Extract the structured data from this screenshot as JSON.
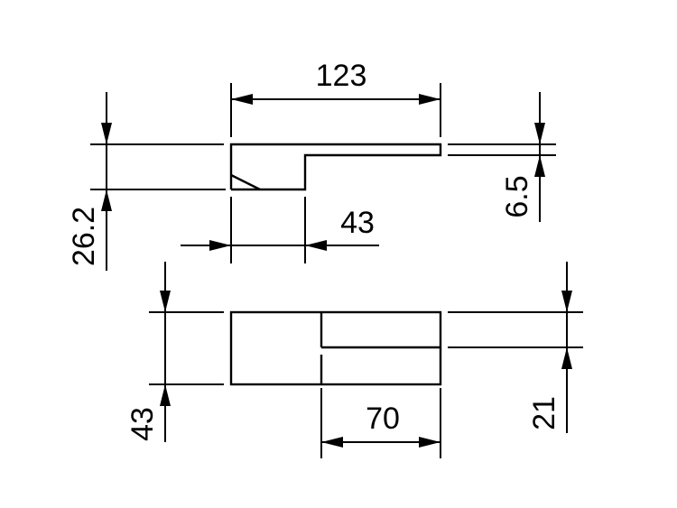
{
  "dimensions": {
    "overall_length": "123",
    "grip_length": "43",
    "top_thickness": "6.5",
    "lever_height": "26.2",
    "base_height": "43",
    "base_width": "70",
    "step_height": "21"
  },
  "colors": {
    "line": "#000000",
    "background": "#ffffff"
  }
}
